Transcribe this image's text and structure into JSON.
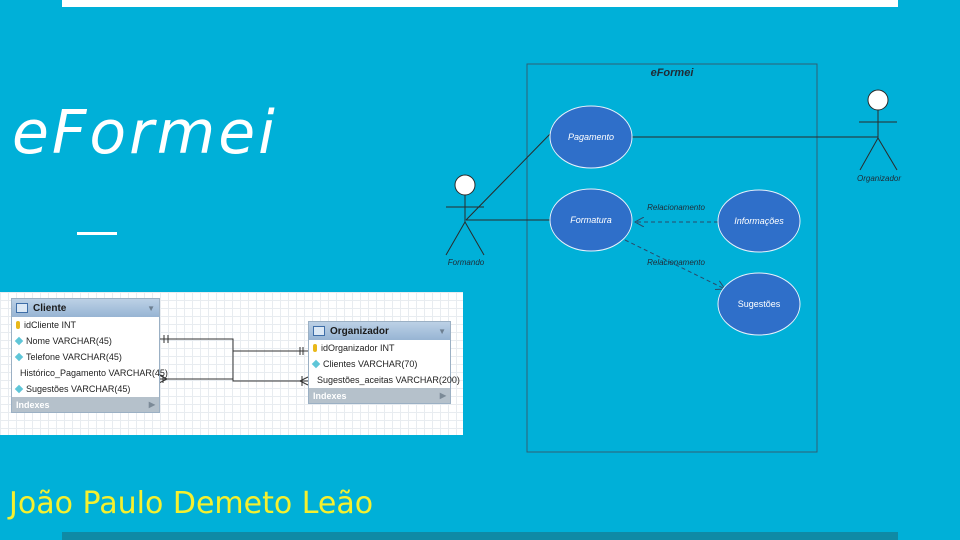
{
  "slide": {
    "title": "eFormei",
    "author": "João Paulo Demeto Leão"
  },
  "er_diagram": {
    "tables": [
      {
        "name": "Cliente",
        "columns": [
          {
            "text": "idCliente INT",
            "key": true
          },
          {
            "text": "Nome VARCHAR(45)",
            "key": false
          },
          {
            "text": "Telefone VARCHAR(45)",
            "key": false
          },
          {
            "text": "Histórico_Pagamento VARCHAR(45)",
            "key": false
          },
          {
            "text": "Sugestões VARCHAR(45)",
            "key": false
          }
        ],
        "indexes_label": "Indexes"
      },
      {
        "name": "Organizador",
        "columns": [
          {
            "text": "idOrganizador INT",
            "key": true
          },
          {
            "text": "Clientes VARCHAR(70)",
            "key": false
          },
          {
            "text": "Sugestões_aceitas VARCHAR(200)",
            "key": false
          }
        ],
        "indexes_label": "Indexes"
      }
    ]
  },
  "use_case": {
    "system_name": "eFormei",
    "actors": [
      "Formando",
      "Organizador"
    ],
    "use_cases": [
      "Pagamento",
      "Formatura",
      "Informações",
      "Sugestões"
    ],
    "relation_labels": [
      "Relacionamento",
      "Relacionamento"
    ]
  },
  "colors": {
    "background": "#00b0d8",
    "use_case_fill": "#2f6fc9",
    "author": "#f5f02e"
  }
}
